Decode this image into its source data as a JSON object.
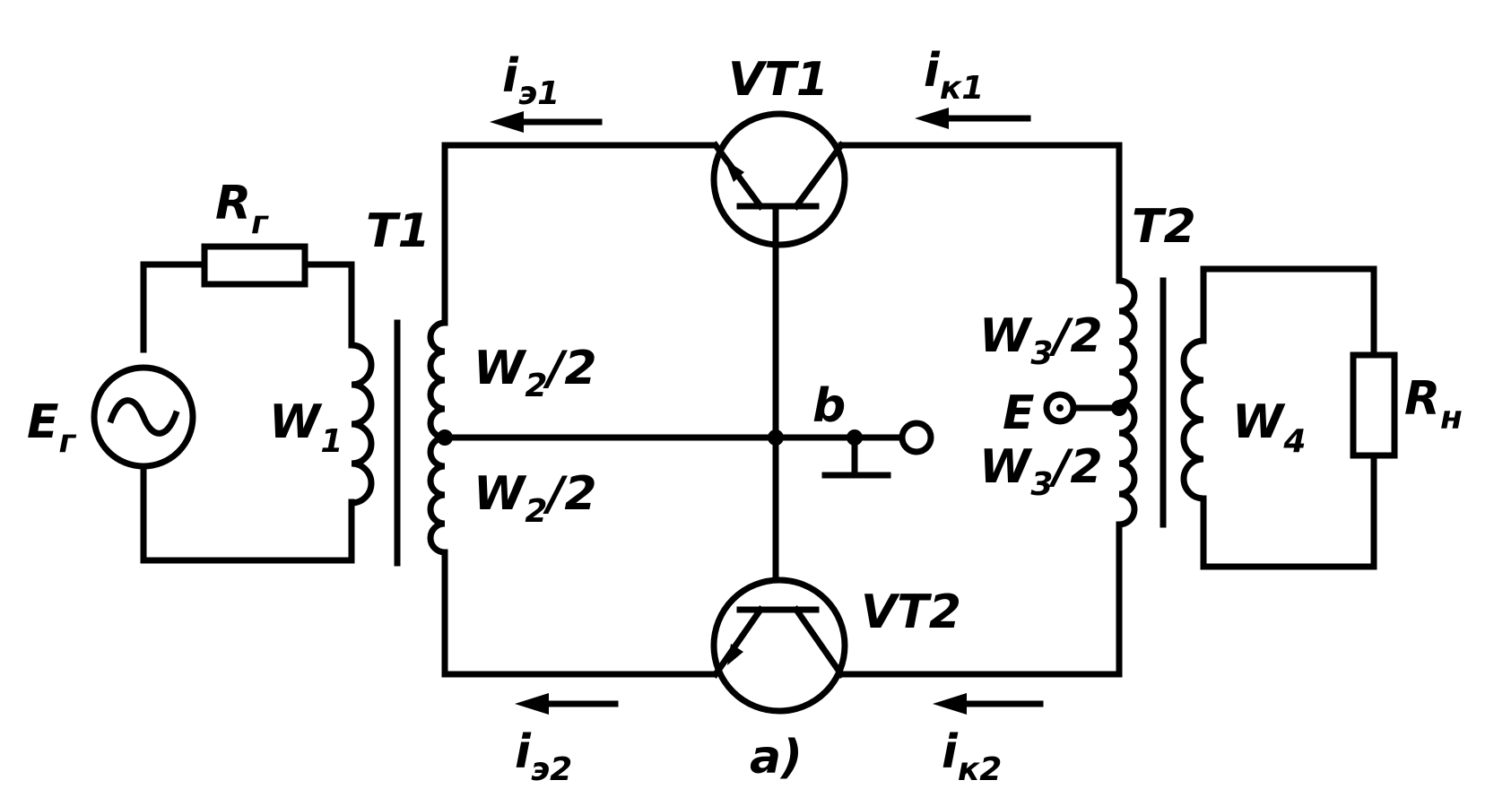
{
  "labels": {
    "generator_emf": {
      "main": "E",
      "sub": "г"
    },
    "generator_resistor": {
      "main": "R",
      "sub": "г"
    },
    "transformer_t1": "T1",
    "transformer_t2": "T2",
    "winding_w1": {
      "main": "W",
      "sub": "1"
    },
    "winding_w2_top": {
      "main": "W",
      "sub": "2",
      "rest": "/2"
    },
    "winding_w2_bottom": {
      "main": "W",
      "sub": "2",
      "rest": "/2"
    },
    "winding_w3_top": {
      "main": "W",
      "sub": "3",
      "rest": "/2"
    },
    "winding_w3_bottom": {
      "main": "W",
      "sub": "3",
      "rest": "/2"
    },
    "winding_w4": {
      "main": "W",
      "sub": "4"
    },
    "load_resistor": {
      "main": "R",
      "sub": "н"
    },
    "supply_terminal": "E",
    "node_b": "b",
    "transistor_vt1": "VT1",
    "transistor_vt2": "VT2",
    "current_emitter_1": {
      "main": "i",
      "sub": "э1"
    },
    "current_collector_1": {
      "main": "i",
      "sub": "к1"
    },
    "current_emitter_2": {
      "main": "i",
      "sub": "э2"
    },
    "current_collector_2": {
      "main": "i",
      "sub": "к2"
    },
    "figure_caption": "a)"
  }
}
